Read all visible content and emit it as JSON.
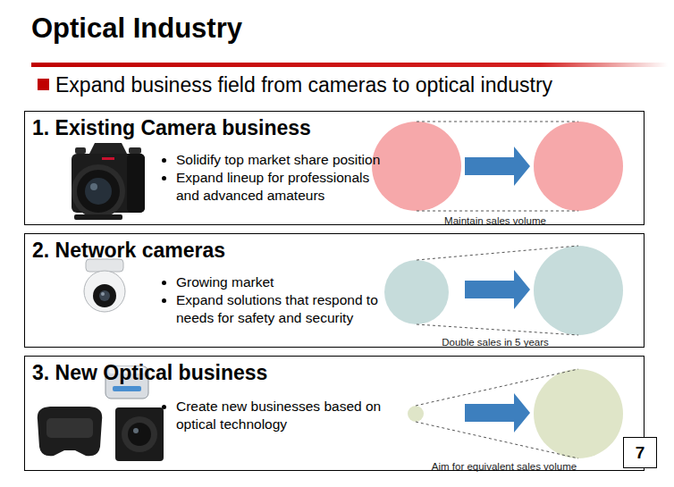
{
  "diagram": {
    "title": "Optical Industry",
    "nodes": [
      {
        "text": [
          "1. Existing Camera business",
          "Solidify top market share position",
          "Expand lineup for professionals and advanced amateurs",
          "Maintain sales volume"
        ]
      },
      {
        "text": [
          "2. Network cameras",
          "Growing market",
          "Expand solutions that respond to needs for safety and security",
          "Double sales in 5 years"
        ]
      },
      {
        "text": [
          "3. New Optical business",
          "Create new businesses based on optical technology",
          "Aim for equivalent sales volume"
        ]
      },
      {
        "text": [
          "7"
        ]
      }
    ],
    "labels": [
      "Expand business field from cameras to optical industry"
    ]
  }
}
